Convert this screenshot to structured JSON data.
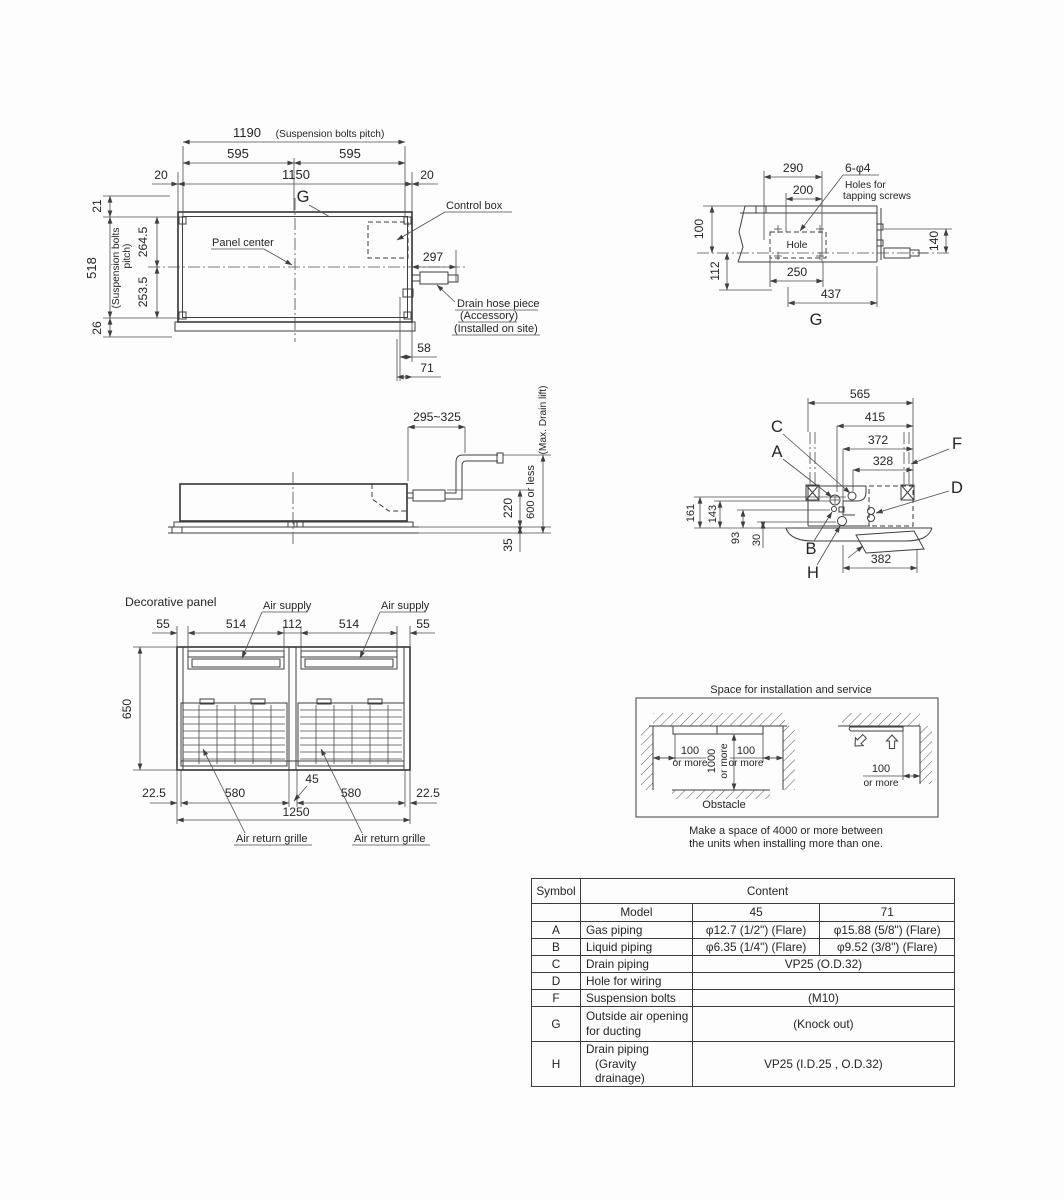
{
  "plan": {
    "d1190": "1190",
    "d1190n": "(Suspension bolts pitch)",
    "d595a": "595",
    "d595b": "595",
    "d20a": "20",
    "d1150": "1150",
    "d20b": "20",
    "g": "G",
    "control_box": "Control box",
    "panel_center": "Panel center",
    "d297": "297",
    "drain1": "Drain hose piece",
    "drain2": "(Accessory)",
    "drain3": "(Installed on site)",
    "d58": "58",
    "d71": "71",
    "d21": "21",
    "d518": "518",
    "d518n1": "(Suspension bolts",
    "d518n2": "pitch)",
    "d2645": "264.5",
    "d2535": "253.5",
    "d26": "26"
  },
  "duct": {
    "d290": "290",
    "d200": "200",
    "screws": "6-φ4",
    "screws1": "Holes for",
    "screws2": "tapping screws",
    "d100": "100",
    "hole": "Hole",
    "d112": "112",
    "d140": "140",
    "d250": "250",
    "d437": "437",
    "g": "G"
  },
  "side": {
    "d295": "295~325",
    "maxlift": "(Max. Drain lift)",
    "d600": "600 or less",
    "d220": "220",
    "d35": "35"
  },
  "piping": {
    "d565": "565",
    "d415": "415",
    "d372": "372",
    "d328": "328",
    "c": "C",
    "a": "A",
    "f": "F",
    "d": "D",
    "b": "B",
    "h": "H",
    "d161": "161",
    "d143": "143",
    "d93": "93",
    "d30": "30",
    "d382": "382"
  },
  "panel": {
    "title": "Decorative panel",
    "air_l": "Air supply",
    "air_r": "Air supply",
    "d55a": "55",
    "d514a": "514",
    "d112": "112",
    "d514b": "514",
    "d55b": "55",
    "d650": "650",
    "d225a": "22.5",
    "d580a": "580",
    "d45": "45",
    "d580b": "580",
    "d225b": "22.5",
    "d1250": "1250",
    "grille_l": "Air return grille",
    "grille_r": "Air return grille"
  },
  "space": {
    "title": "Space for installation and service",
    "l100": "100",
    "lmore": "or more",
    "m1000": "1000",
    "mmore": "or more",
    "r100": "100",
    "rmore": "or more",
    "obstacle": "Obstacle",
    "q100": "100",
    "qmore": "or more",
    "note1": "Make a space of 4000 or more between",
    "note2": "the units when installing more than one."
  },
  "table": {
    "symbol_header": "Symbol",
    "content_header": "Content",
    "model_label": "Model",
    "model_45": "45",
    "model_71": "71",
    "rows": [
      {
        "symbol": "A",
        "item_1": "Gas piping",
        "item_2": "",
        "v45": "φ12.7 (1/2\") (Flare)",
        "v71": "φ15.88 (5/8\") (Flare)"
      },
      {
        "symbol": "B",
        "item_1": "Liquid piping",
        "item_2": "",
        "v45": "φ6.35 (1/4\") (Flare)",
        "v71": "φ9.52 (3/8\") (Flare)"
      },
      {
        "symbol": "C",
        "item_1": "Drain piping",
        "item_2": "",
        "v": "VP25 (O.D.32)"
      },
      {
        "symbol": "D",
        "item_1": "Hole for wiring",
        "item_2": "",
        "v": ""
      },
      {
        "symbol": "F",
        "item_1": "Suspension bolts",
        "item_2": "",
        "v": "(M10)"
      },
      {
        "symbol": "G",
        "item_1": "Outside air opening",
        "item_2": "for ducting",
        "v": "(Knock out)"
      },
      {
        "symbol": "H",
        "item_1": "Drain piping",
        "item_2": "(Gravity drainage)",
        "v": "VP25 (I.D.25 , O.D.32)"
      }
    ]
  }
}
